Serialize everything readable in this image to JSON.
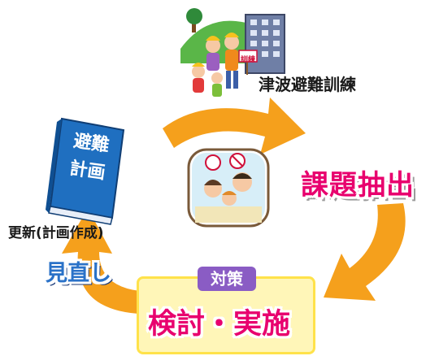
{
  "diagram": {
    "drill_label": "津波避難訓練",
    "sign_text": "訓練",
    "issue_label": "課題抽出",
    "update_label": "更新(計画作成)",
    "review_label": "見直し",
    "measures_tag": "対策",
    "measures_main": "検討・実施",
    "book_title_line1": "避難",
    "book_title_line2": "計画"
  },
  "colors": {
    "arrow": "#f5a01c",
    "issue_text": "#e8006e",
    "review_text": "#2a72c8",
    "measures_tag_bg": "#8a5cc4",
    "measures_box_bg": "#fff6b8",
    "book_blue": "#1f6fc0"
  },
  "icons": [
    "arrow-icon",
    "book-icon",
    "building-icon",
    "family-icon",
    "hill-icon",
    "tree-icon"
  ]
}
